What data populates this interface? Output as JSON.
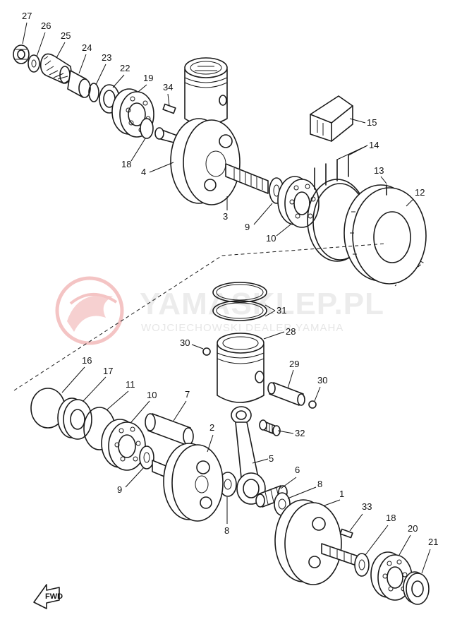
{
  "watermark": {
    "brand": "YAMASKLEP.PL",
    "tagline": "WOJCIECHOWSKI DEALER YAMAHA",
    "logo_color": "#f2b8b8",
    "text_color": "#e8e8e8"
  },
  "direction_marker": {
    "label": "FWD",
    "icon": "arrow-icon"
  },
  "callouts": {
    "c27": "27",
    "c26": "26",
    "c25": "25",
    "c24": "24",
    "c23": "23",
    "c22": "22",
    "c19": "19",
    "c34": "34",
    "c15": "15",
    "c14": "14",
    "c13": "13",
    "c12": "12",
    "c18a": "18",
    "c4": "4",
    "c3": "3",
    "c9a": "9",
    "c10a": "10",
    "c31": "31",
    "c28": "28",
    "c30a": "30",
    "c29": "29",
    "c30b": "30",
    "c16": "16",
    "c17": "17",
    "c11": "11",
    "c10b": "10",
    "c7": "7",
    "c32": "32",
    "c2": "2",
    "c5": "5",
    "c6": "6",
    "c8a": "8",
    "c9b": "9",
    "c8b": "8",
    "c1": "1",
    "c33": "33",
    "c18b": "18",
    "c20": "20",
    "c21": "21"
  }
}
